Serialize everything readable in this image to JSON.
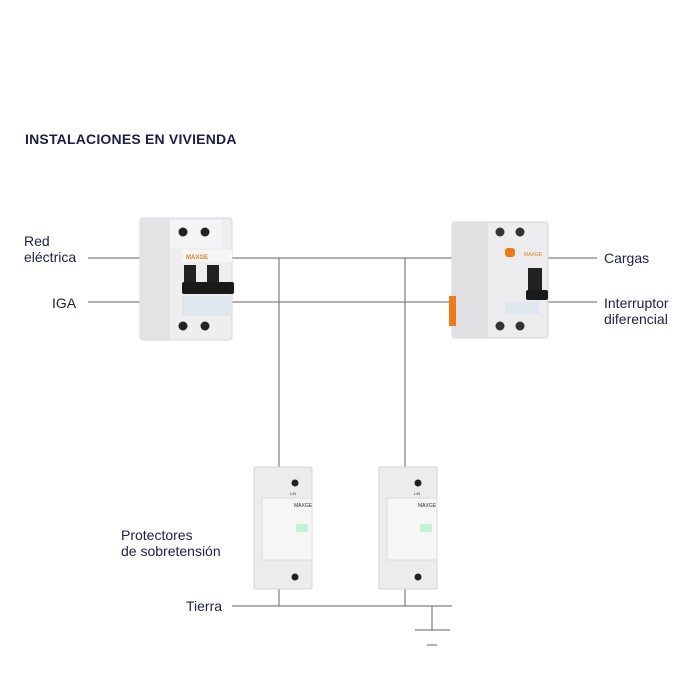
{
  "title": "INSTALACIONES EN VIVIENDA",
  "labels": {
    "red_electrica_1": "Red",
    "red_electrica_2": "eléctrica",
    "iga": "IGA",
    "cargas": "Cargas",
    "interruptor_1": "Interruptor",
    "interruptor_2": "diferencial",
    "protectores_1": "Protectores",
    "protectores_2": "de sobretensión",
    "tierra": "Tierra"
  },
  "device_text": {
    "brand": "MAXGE",
    "spd_terminal": "L/N"
  },
  "colors": {
    "text": "#1c1f4a",
    "wire": "#555555",
    "accent": "#f07a1a"
  }
}
